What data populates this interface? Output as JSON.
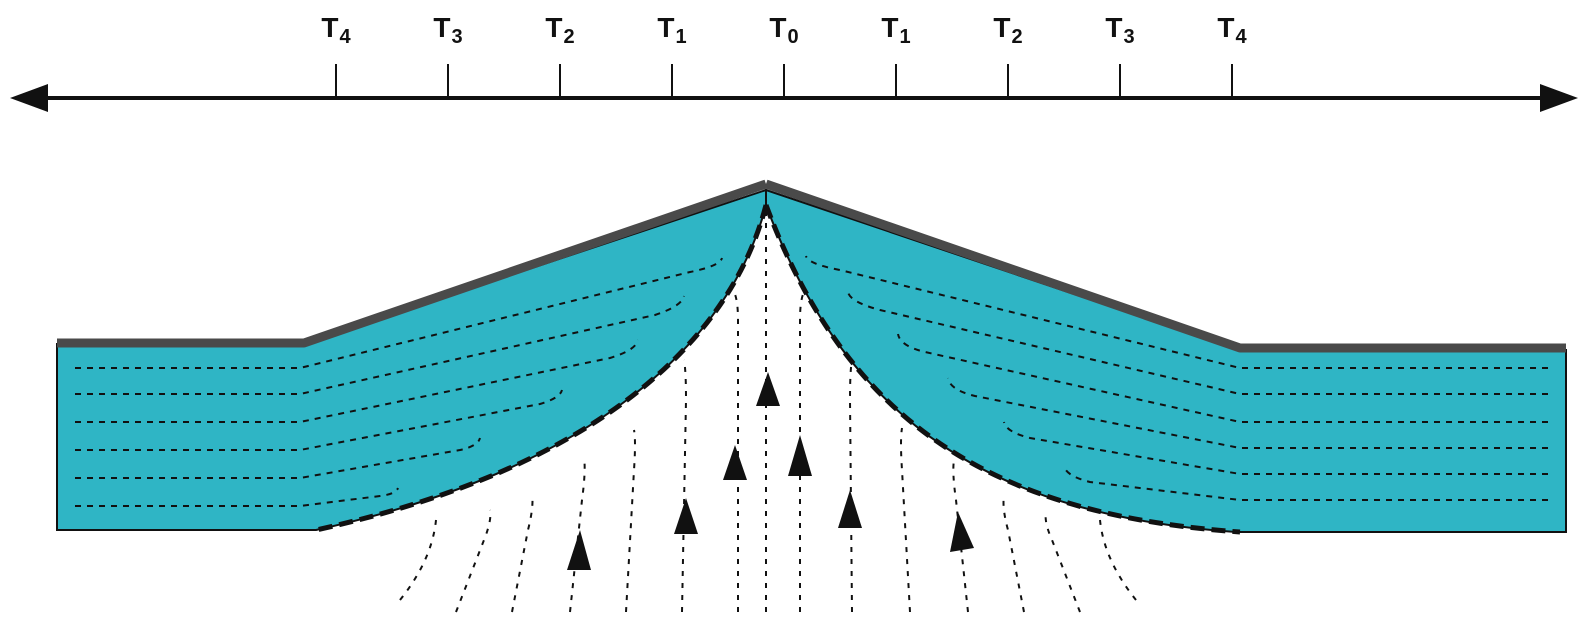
{
  "time_axis": {
    "labels": [
      {
        "main": "T",
        "sub": "4"
      },
      {
        "main": "T",
        "sub": "3"
      },
      {
        "main": "T",
        "sub": "2"
      },
      {
        "main": "T",
        "sub": "1"
      },
      {
        "main": "T",
        "sub": "0"
      },
      {
        "main": "T",
        "sub": "1"
      },
      {
        "main": "T",
        "sub": "2"
      },
      {
        "main": "T",
        "sub": "3"
      },
      {
        "main": "T",
        "sub": "4"
      }
    ]
  },
  "colors": {
    "lithosphere": "#2fb5c5",
    "crust": "#4a4a4a",
    "lines": "#111111",
    "background": "#ffffff"
  }
}
